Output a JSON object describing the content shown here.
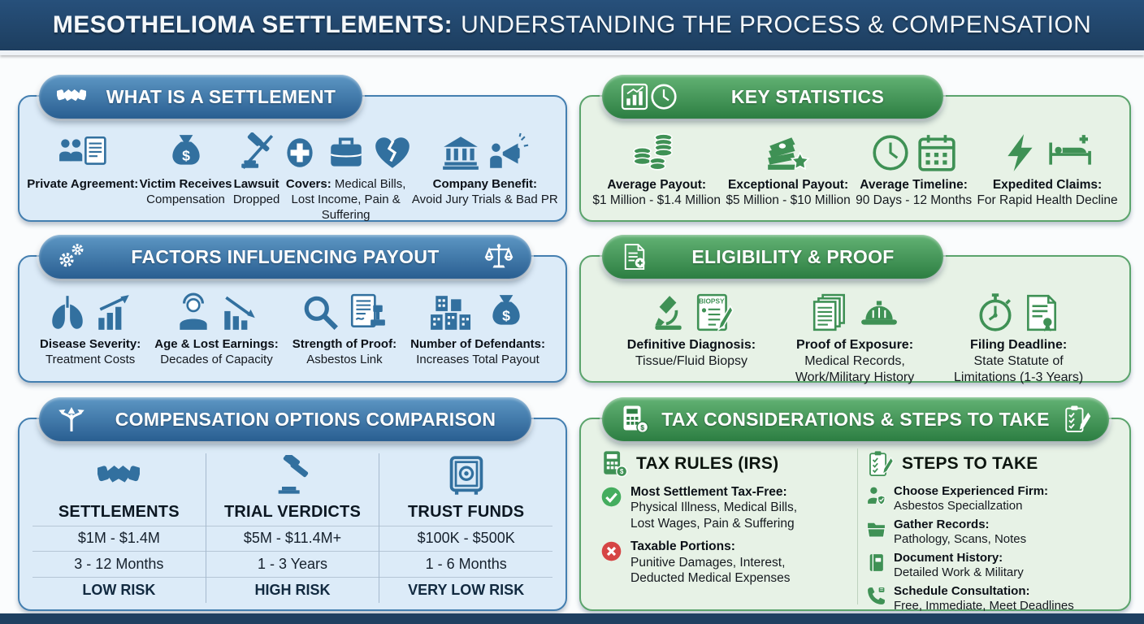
{
  "header": {
    "title_bold": "MESOTHELIOMA SETTLEMENTS:",
    "title_rest": "UNDERSTANDING THE PROCESS & COMPENSATION"
  },
  "colors": {
    "top_bar_navy": "#1f4061",
    "blue_accent": "#2e6496",
    "blue_panel_bg": "#dcebf8",
    "green_accent": "#2f8045",
    "green_panel_bg": "#e7f2e6",
    "check_green": "#44ad5e",
    "cross_red": "#d64545"
  },
  "panels": {
    "settlement": {
      "title": "WHAT IS A SETTLEMENT",
      "header_icons": [
        "handshake-icon"
      ],
      "items": [
        {
          "icons": [
            "people-document-icon"
          ],
          "title": "Private Agreement:",
          "desc": ""
        },
        {
          "icons": [
            "money-bag-icon"
          ],
          "title": "Victim Receives",
          "desc": "Compensation"
        },
        {
          "icons": [
            "gavel-slash-icon"
          ],
          "title": "Lawsuit",
          "desc": "Dropped"
        },
        {
          "icons": [
            "medical-cross-icon",
            "briefcase-icon",
            "broken-heart-icon"
          ],
          "title": "Covers:",
          "desc": "Medical Bills,\nLost Income, Pain &\nSuffering"
        },
        {
          "icons": [
            "bank-icon",
            "megaphone-person-icon"
          ],
          "title": "Company Benefit:",
          "desc": "Avoid Jury Trials & Bad PR"
        }
      ]
    },
    "factors": {
      "title": "FACTORS INFLUENCING PAYOUT",
      "header_icons": [
        "gears-icon"
      ],
      "header_icons_right": [
        "scales-icon"
      ],
      "items": [
        {
          "icons": [
            "lungs-icon",
            "chart-up-icon"
          ],
          "title": "Disease Severity:",
          "desc": "Treatment Costs"
        },
        {
          "icons": [
            "elderly-person-icon",
            "chart-down-icon"
          ],
          "title": "Age & Lost Earnings:",
          "desc": "Decades of Capacity"
        },
        {
          "icons": [
            "magnifier-icon",
            "stamp-document-icon"
          ],
          "title": "Strength of Proof:",
          "desc": "Asbestos Link"
        },
        {
          "icons": [
            "buildings-icon",
            "money-bag-icon"
          ],
          "title": "Number of Defendants:",
          "desc": "Increases Total Payout"
        }
      ]
    },
    "comparison": {
      "title": "COMPENSATION OPTIONS COMPARISON",
      "header_icons": [
        "branch-arrows-icon"
      ],
      "columns": [
        {
          "icons": [
            "handshake-icon"
          ],
          "name": "SETTLEMENTS",
          "payout": "$1M - $1.4M",
          "timeline": "3 - 12 Months",
          "risk": "LOW RISK"
        },
        {
          "icons": [
            "gavel-icon"
          ],
          "name": "TRIAL VERDICTS",
          "payout": "$5M - $11.4M+",
          "timeline": "1 - 3 Years",
          "risk": "HIGH RISK"
        },
        {
          "icons": [
            "safe-icon"
          ],
          "name": "TRUST FUNDS",
          "payout": "$100K - $500K",
          "timeline": "1 - 6 Months",
          "risk": "VERY LOW RISK"
        }
      ]
    },
    "stats": {
      "title": "KEY STATISTICS",
      "header_icons": [
        "bar-chart-icon",
        "clock-icon"
      ],
      "items": [
        {
          "icons": [
            "coins-icon"
          ],
          "title": "Average Payout:",
          "desc": "$1 Million - $1.4 Million"
        },
        {
          "icons": [
            "cash-star-icon"
          ],
          "title": "Exceptional Payout:",
          "desc": "$5 Million - $10 Million"
        },
        {
          "icons": [
            "clock-icon",
            "calendar-icon"
          ],
          "title": "Average Timeline:",
          "desc": "90 Days - 12 Months"
        },
        {
          "icons": [
            "lightning-icon",
            "hospital-bed-icon"
          ],
          "title": "Expedited Claims:",
          "desc": "For Rapid Health Decline"
        }
      ]
    },
    "eligibility": {
      "title": "ELIGIBILITY & PROOF",
      "header_icons": [
        "medical-document-icon"
      ],
      "items": [
        {
          "icons": [
            "microscope-icon",
            "biopsy-document-icon"
          ],
          "icon_label": "BIOPSY",
          "title": "Definitive Diagnosis:",
          "desc": "Tissue/Fluid Biopsy"
        },
        {
          "icons": [
            "documents-stack-icon",
            "hard-hat-icon"
          ],
          "title": "Proof of Exposure:",
          "desc": "Medical Records,\nWork/Military History"
        },
        {
          "icons": [
            "stopwatch-icon",
            "certificate-icon"
          ],
          "title": "Filing Deadline:",
          "desc": "State Statute of\nLimitations (1-3 Years)"
        }
      ]
    },
    "tax": {
      "title": "TAX CONSIDERATIONS & STEPS TO TAKE",
      "header_icons": [
        "calculator-icon"
      ],
      "header_icons_right": [
        "checklist-pencil-icon"
      ],
      "tax_rules": {
        "title": "TAX RULES (IRS)",
        "header_icons": [
          "calculator-icon"
        ],
        "items": [
          {
            "icons": [
              "check-circle-icon"
            ],
            "title": "Most Settlement Tax-Free:",
            "desc": "Physical Illness, Medical Bills,\nLost Wages, Pain & Suffering"
          },
          {
            "icons": [
              "x-circle-icon"
            ],
            "title": "Taxable Portions:",
            "desc": "Punitive Damages, Interest,\nDeducted Medical Expenses"
          }
        ]
      },
      "steps": {
        "title": "STEPS TO TAKE",
        "header_icons": [
          "checklist-pencil-icon"
        ],
        "items": [
          {
            "icons": [
              "person-shield-icon"
            ],
            "title": "Choose Experienced Firm:",
            "desc": "Asbestos Speciallzation"
          },
          {
            "icons": [
              "folder-icon"
            ],
            "title": "Gather Records:",
            "desc": "Pathology, Scans, Notes"
          },
          {
            "icons": [
              "notebook-icon"
            ],
            "title": "Document History:",
            "desc": "Detailed Work & Military"
          },
          {
            "icons": [
              "phone-icon"
            ],
            "title": "Schedule Consultation:",
            "desc": "Free, Immediate, Meet Deadlines"
          }
        ]
      }
    }
  }
}
